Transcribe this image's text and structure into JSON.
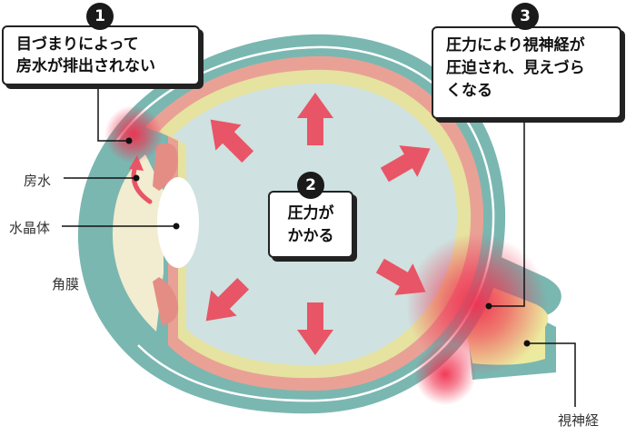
{
  "callouts": {
    "one": {
      "number": "1",
      "line1": "目づまりによって",
      "line2": "房水が排出されない"
    },
    "two": {
      "number": "2",
      "line1": "圧力が",
      "line2": "かかる"
    },
    "three": {
      "number": "3",
      "line1": "圧力により視神経が",
      "line2": "圧迫され、見えづら",
      "line3": "くなる"
    }
  },
  "labels": {
    "aqueous_humor": "房水",
    "lens": "水晶体",
    "cornea": "角膜",
    "optic_nerve": "視神経"
  },
  "colors": {
    "sclera": "#7ab7b1",
    "choroid": "#e9a196",
    "retina": "#e6e2a0",
    "vitreous": "#cfe1e0",
    "cornea_fill": "#f2ecd0",
    "arrow": "#e85566",
    "pressure_glow": "#f0304f",
    "text": "#111111"
  }
}
